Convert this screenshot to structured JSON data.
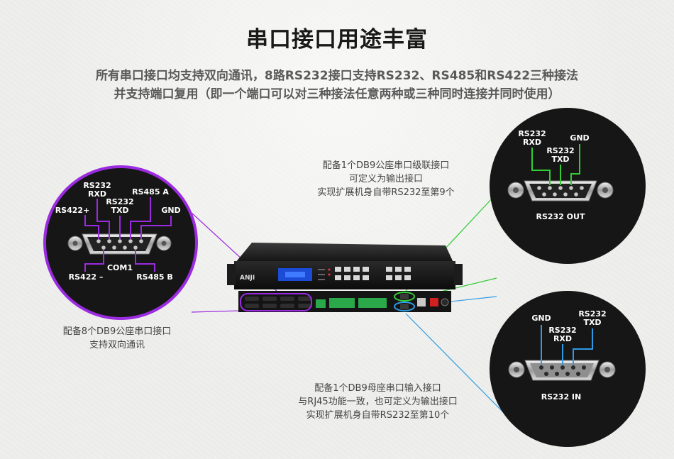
{
  "heading": "串口接口用途丰富",
  "description": [
    "所有串口接口均支持双向通讯，8路RS232接口支持RS232、RS485和RS422三种接法",
    "并支持端口复用（即一个端口可以对三种接法任意两种或三种同时连接并同时使用）"
  ],
  "device": {
    "brand": "ANJI"
  },
  "callout_com1": {
    "port_label": "COM1",
    "pins": {
      "rs232_rxd": "RS232\nRXD",
      "rs232_txd": "RS232\nTXD",
      "rs485_a": "RS485 A",
      "rs422_plus": "RS422+",
      "gnd": "GND",
      "rs422_minus": "RS422 –",
      "rs485_b": "RS485 B"
    },
    "note": [
      "配备8个DB9公座串口接口",
      "支持双向通讯"
    ]
  },
  "callout_out": {
    "port_label": "RS232 OUT",
    "pins": {
      "rs232_rxd": "RS232\nRXD",
      "rs232_txd": "RS232\nTXD",
      "gnd": "GND"
    },
    "note": [
      "配备1个DB9公座串口级联接口",
      "可定义为输出接口",
      "实现扩展机身自带RS232至第9个"
    ]
  },
  "callout_in": {
    "port_label": "RS232 IN",
    "pins": {
      "gnd": "GND",
      "rs232_rxd": "RS232\nRXD",
      "rs232_txd": "RS232\nTXD"
    },
    "note": [
      "配备1个DB9母座串口输入接口",
      "与RJ45功能一致，也可定义为输出接口",
      "实现扩展机身自带RS232至第10个"
    ]
  },
  "colors": {
    "purple": "#9b2be0",
    "green": "#33cc33",
    "blue": "#2e9be6",
    "circle_bg": "#161616"
  }
}
